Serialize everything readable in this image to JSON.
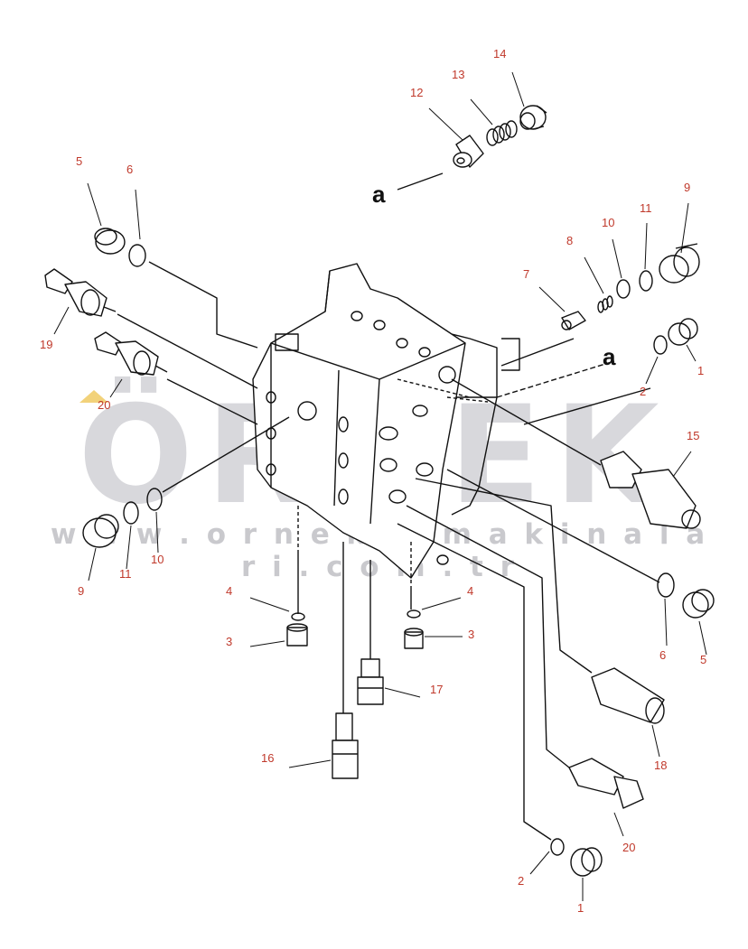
{
  "watermark": {
    "brand": "ÖRNEK",
    "url": "w w w . o r n e k i s m a k i n a l a r i . c o m . t r"
  },
  "colors": {
    "label_red": "#c0392b",
    "line": "#111111",
    "watermark_gray": "#d8d8dc",
    "watermark_accent": "#f2d27a"
  },
  "view_markers": {
    "a_upper": "a",
    "a_right": "a"
  },
  "part_labels": {
    "p14": "14",
    "p13": "13",
    "p12": "12",
    "p5_top": "5",
    "p6_top": "6",
    "p19": "19",
    "p20_left": "20",
    "p8": "8",
    "p10_top": "10",
    "p11_top": "11",
    "p9_top": "9",
    "p7": "7",
    "p1_right": "1",
    "p2_right": "2",
    "p15": "15",
    "p9_left": "9",
    "p11_left": "11",
    "p10_left": "10",
    "p4_left": "4",
    "p3_left": "3",
    "p4_right": "4",
    "p3_right": "3",
    "p17": "17",
    "p16": "16",
    "p6_bottom": "6",
    "p5_bottom": "5",
    "p18": "18",
    "p20_bottom": "20",
    "p2_bottom": "2",
    "p1_bottom": "1"
  }
}
